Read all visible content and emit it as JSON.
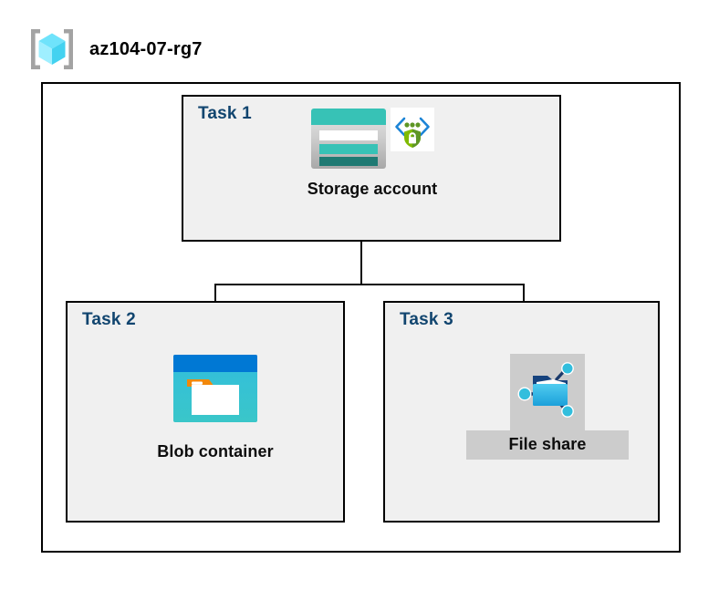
{
  "header": {
    "icon": "resource-group-cube-icon",
    "title": "az104-07-rg7"
  },
  "diagram": {
    "type": "azure-architecture-diagram",
    "background": "#FFFFFF",
    "boundary_label": "resource-group-boundary",
    "task_label_color": "#11456F",
    "task_box_fill": "#F0F0F0",
    "highlight_color": "#CCCCCC",
    "tasks": [
      {
        "id": "task-1",
        "label": "Task 1",
        "node": {
          "caption": "Storage account",
          "icon": "storage-account-icon",
          "badge_icon": "secure-endpoint-shield-icon",
          "highlighted": false
        }
      },
      {
        "id": "task-2",
        "label": "Task 2",
        "node": {
          "caption": "Blob container",
          "icon": "blob-container-icon",
          "badge_icon": null,
          "highlighted": false
        }
      },
      {
        "id": "task-3",
        "label": "Task 3",
        "node": {
          "caption": "File share",
          "icon": "file-share-icon",
          "badge_icon": null,
          "highlighted": true
        }
      }
    ],
    "connectors": [
      {
        "from": "Storage account",
        "to": "Blob container"
      },
      {
        "from": "Storage account",
        "to": "File share"
      }
    ],
    "colors": {
      "storage_teal": "#37C2B6",
      "storage_teal_dark": "#1F7A73",
      "blob_blue": "#0078D4",
      "blob_cyan": "#32BEDD",
      "blob_orange": "#F2880B",
      "fileshare_blue": "#32BEDD",
      "cube_cyan": "#9CEBFF",
      "bracket_gray": "#A0A0A0",
      "shield_green": "#5E9624",
      "line_black": "#0A0A0A"
    }
  }
}
